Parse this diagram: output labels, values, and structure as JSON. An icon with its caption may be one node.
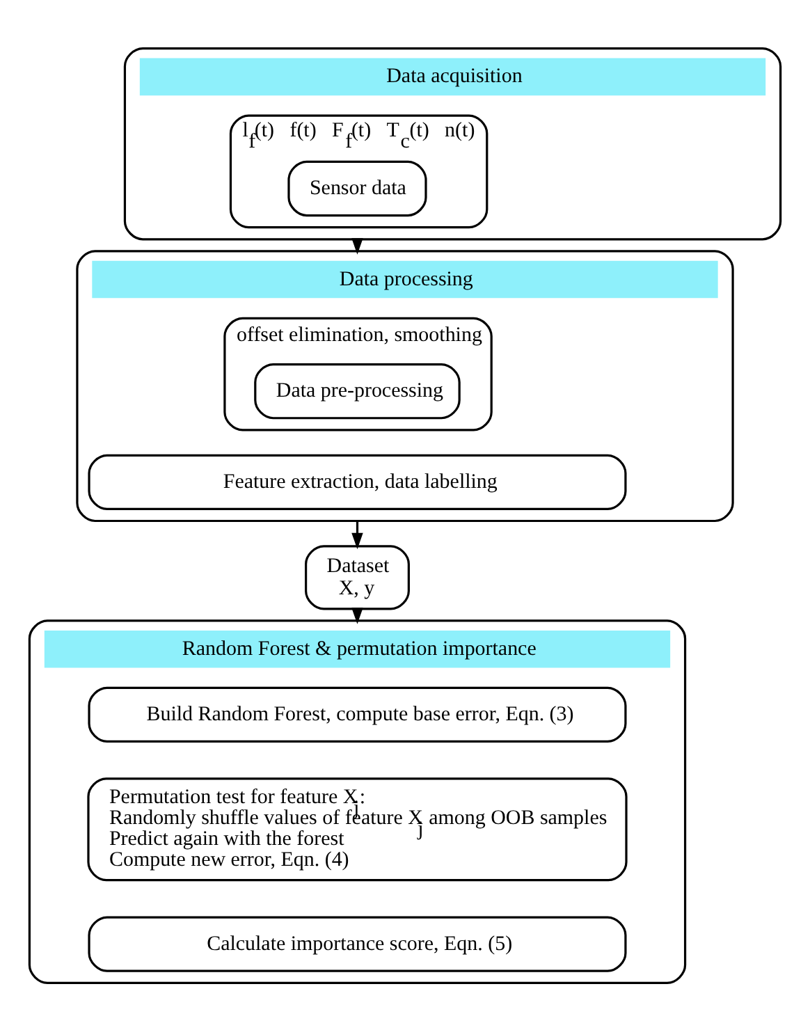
{
  "diagram": {
    "nodes": [
      {
        "text": [
          "Data acquisition"
        ]
      },
      {
        "text": [
          "l$_{f}$(t)",
          "f(t)",
          "F$_{f}$(t)",
          "T$_{c}$(t)",
          "n(t)"
        ],
        "in": 0
      },
      {
        "text": [
          "Sensor data"
        ],
        "in": 1
      },
      {
        "text": [
          "Data processing"
        ]
      },
      {
        "text": [
          "offset elimination, smoothing"
        ],
        "in": 3
      },
      {
        "text": [
          "Data pre-processing"
        ],
        "in": 4
      },
      {
        "text": [
          "Feature extraction, data labelling"
        ],
        "in": 3
      },
      {
        "text": [
          "Dataset",
          "X, y"
        ]
      },
      {
        "text": [
          "Random Forest & permutation importance"
        ]
      },
      {
        "text": [
          "Build Random Forest, compute base error, Eqn. (3)"
        ],
        "in": 8
      },
      {
        "text": [
          "Permutation test for feature X$_{j}$:",
          "Randomly shuffle values of feature X$_{j}$ among OOB samples",
          "Predict again with the forest",
          "Compute new error, Eqn. (4)"
        ],
        "in": 8
      },
      {
        "text": [
          "Calculate importance score, Eqn. (5)"
        ],
        "in": 8
      }
    ],
    "edges": [
      {
        "from": 0,
        "to": 3,
        "arrow": "to"
      },
      {
        "from": 3,
        "to": 7,
        "arrow": "to"
      },
      {
        "from": 7,
        "to": 8,
        "arrow": "to"
      }
    ]
  }
}
